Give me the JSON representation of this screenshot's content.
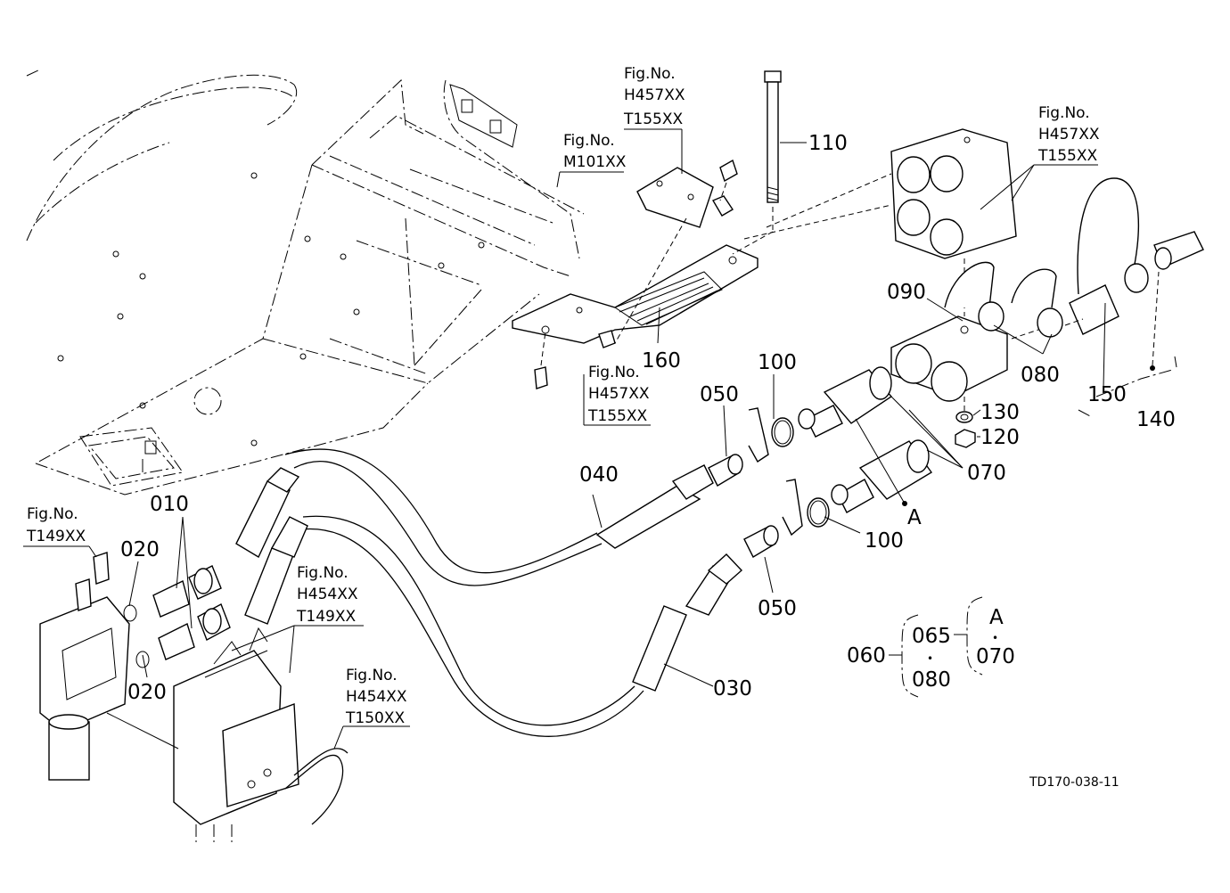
{
  "fig_refs": {
    "m101": [
      "Fig.No.",
      "M101XX"
    ],
    "h457_top": [
      "Fig.No.",
      "H457XX",
      "T155XX"
    ],
    "h457_right": [
      "Fig.No.",
      "H457XX",
      "T155XX"
    ],
    "h457_mid": [
      "Fig.No.",
      "H457XX",
      "T155XX"
    ],
    "t149": [
      "Fig.No.",
      "T149XX"
    ],
    "h454_t149": [
      "Fig.No.",
      "H454XX",
      "T149XX"
    ],
    "h454_t150": [
      "Fig.No.",
      "H454XX",
      "T150XX"
    ]
  },
  "labels": {
    "p110": "110",
    "p090": "090",
    "p080": "080",
    "p150": "150",
    "p140": "140",
    "p160": "160",
    "p100a": "100",
    "p100b": "100",
    "p050a": "050",
    "p050b": "050",
    "p130": "130",
    "p120": "120",
    "p070": "070",
    "pA": "A",
    "p040": "040",
    "p010": "010",
    "p020a": "020",
    "p020b": "020",
    "p030": "030"
  },
  "assembly_key": {
    "root": "060",
    "child": "065",
    "sub": "080",
    "ref": "A",
    "ref_sub": "070",
    "dot": "•"
  },
  "drawing_code": "TD170-038-11"
}
